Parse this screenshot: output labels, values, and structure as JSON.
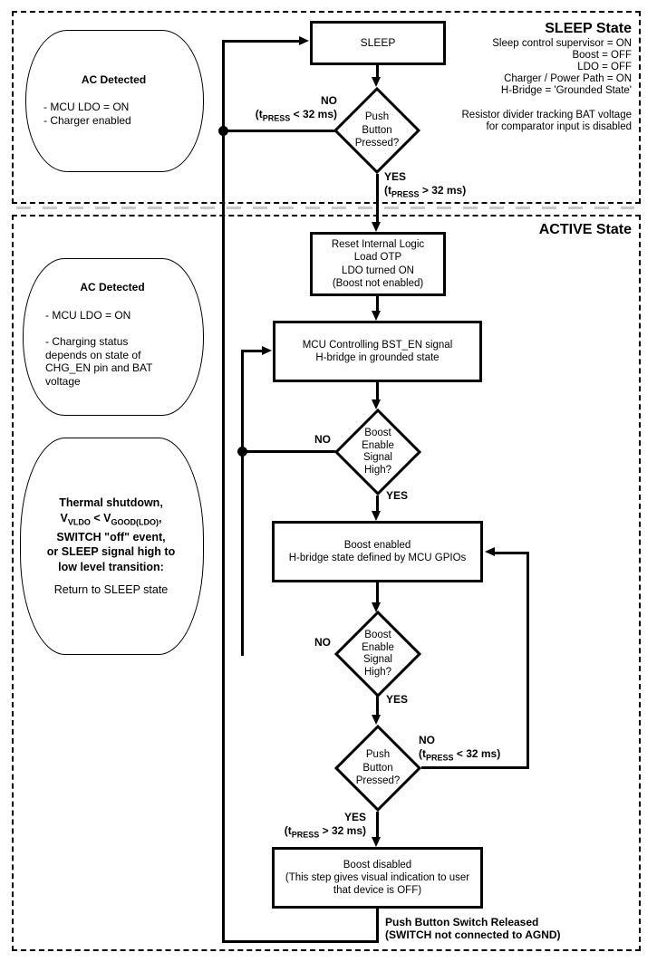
{
  "colors": {
    "background": "#ffffff",
    "line": "#000000",
    "separator": "#c9c9c9"
  },
  "sleep": {
    "title": "SLEEP State",
    "info_lines": [
      "Sleep control supervisor = ON",
      "Boost = OFF",
      "LDO = OFF",
      "Charger / Power Path = ON",
      "H-Bridge = 'Grounded State'"
    ],
    "note_lines": [
      "Resistor divider tracking BAT voltage",
      "for comparator input is disabled"
    ]
  },
  "active": {
    "title": "ACTIVE State"
  },
  "bubbles": {
    "sleep_ac": {
      "title": "AC Detected",
      "lines": [
        "- MCU LDO = ON",
        "- Charger enabled"
      ]
    },
    "active_ac": {
      "title": "AC Detected",
      "lines": [
        "- MCU LDO = ON",
        "- Charging status",
        "depends on state of",
        "CHG_EN pin and BAT",
        "voltage"
      ]
    },
    "return_sleep": {
      "line1": "Thermal shutdown,",
      "formula": {
        "pre": "V",
        "sub1": "VLDO",
        "mid": " < V",
        "sub2": "GOOD(LDO)",
        "post": ","
      },
      "line3": "SWITCH \"off\" event,",
      "line4": "or SLEEP signal high to",
      "line5": "low level transition:",
      "line6": "Return to SLEEP state"
    }
  },
  "nodes": {
    "sleep": {
      "label": "SLEEP"
    },
    "reset": {
      "lines": [
        "Reset Internal Logic",
        "Load OTP",
        "LDO turned ON",
        "(Boost not enabled)"
      ]
    },
    "mcu": {
      "lines": [
        "MCU Controlling BST_EN signal",
        "H-bridge in grounded state"
      ]
    },
    "boost_enabled": {
      "lines": [
        "Boost enabled",
        "H-bridge state defined by MCU GPIOs"
      ]
    },
    "boost_disabled": {
      "lines": [
        "Boost disabled",
        "(This step gives visual indication to user",
        "that device is OFF)"
      ]
    },
    "push_sleep": {
      "lines": [
        "Push",
        "Button",
        "Pressed?"
      ]
    },
    "boost_q1": {
      "lines": [
        "Boost",
        "Enable",
        "Signal",
        "High?"
      ]
    },
    "boost_q2": {
      "lines": [
        "Boost",
        "Enable",
        "Signal",
        "High?"
      ]
    },
    "push_active": {
      "lines": [
        "Push",
        "Button",
        "Pressed?"
      ]
    }
  },
  "labels": {
    "sleep_no": {
      "word": "NO",
      "pre": "(t",
      "sub": "PRESS",
      "post": " < 32 ms)"
    },
    "sleep_yes": {
      "word": "YES",
      "pre": "(t",
      "sub": "PRESS",
      "post": " > 32 ms)"
    },
    "q1_no": {
      "word": "NO"
    },
    "q1_yes": {
      "word": "YES"
    },
    "q2_no": {
      "word": "NO"
    },
    "q2_yes": {
      "word": "YES"
    },
    "push_no": {
      "word": "NO",
      "pre": "(t",
      "sub": "PRESS",
      "post": " < 32 ms)"
    },
    "push_yes": {
      "word": "YES",
      "pre": "(t",
      "sub": "PRESS",
      "post": " > 32 ms)"
    },
    "release": {
      "lines": [
        "Push Button Switch Released",
        "(SWITCH not connected to AGND)"
      ]
    }
  }
}
